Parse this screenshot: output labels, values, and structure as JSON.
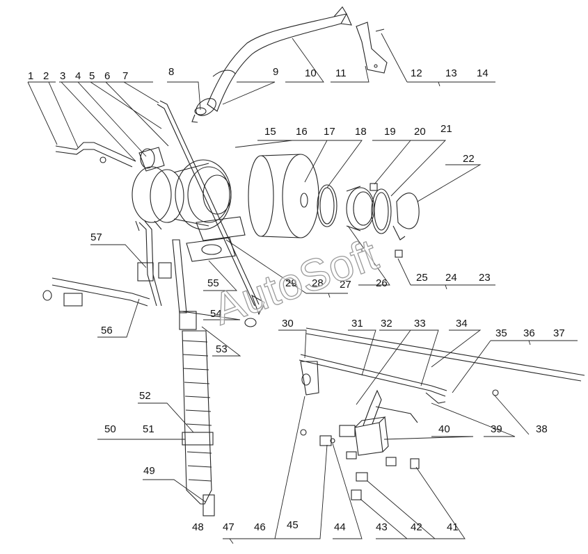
{
  "watermark": "AutoSoft",
  "colors": {
    "line": "#222222",
    "text": "#111111",
    "background": "#ffffff"
  },
  "labels": {
    "l1": "1",
    "l2": "2",
    "l3": "3",
    "l4": "4",
    "l5": "5",
    "l6": "6",
    "l7": "7",
    "l8": "8",
    "l9": "9",
    "l10": "10",
    "l11": "11",
    "l12": "12",
    "l13": "13",
    "l14": "14",
    "l15": "15",
    "l16": "16",
    "l17": "17",
    "l18": "18",
    "l19": "19",
    "l20": "20",
    "l21": "21",
    "l22": "22",
    "l23": "23",
    "l24": "24",
    "l25": "25",
    "l26": "26",
    "l27": "27",
    "l28": "28",
    "l29": "29",
    "l30": "30",
    "l31": "31",
    "l32": "32",
    "l33": "33",
    "l34": "34",
    "l35": "35",
    "l36": "36",
    "l37": "37",
    "l38": "38",
    "l39": "39",
    "l40": "40",
    "l41": "41",
    "l42": "42",
    "l43": "43",
    "l44": "44",
    "l45": "45",
    "l46": "46",
    "l47": "47",
    "l48": "48",
    "l49": "49",
    "l50": "50",
    "l51": "51",
    "l52": "52",
    "l53": "53",
    "l54": "54",
    "l55": "55",
    "l56": "56",
    "l57": "57"
  }
}
